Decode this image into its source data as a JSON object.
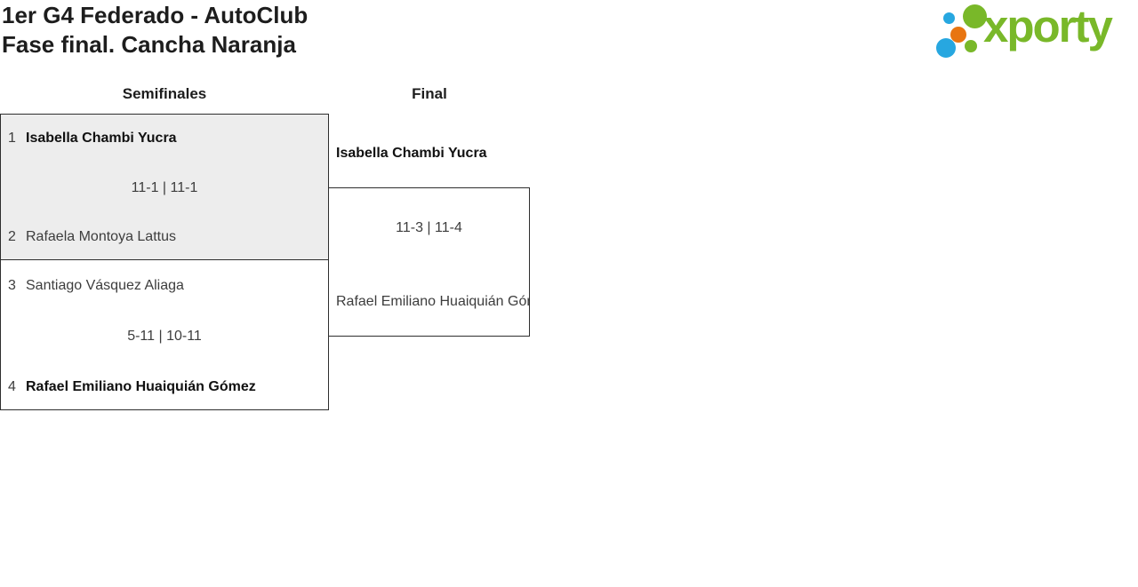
{
  "header": {
    "title_line1": "1er G4 Federado - AutoClub",
    "title_line2": "Fase final. Cancha Naranja"
  },
  "logo": {
    "wordmark": "xporty"
  },
  "colors": {
    "green": "#79b829",
    "blue": "#27a7e0",
    "orange": "#e87511",
    "border": "#2e2e2e",
    "box-gray": "#ededed"
  },
  "bracket": {
    "semifinals_label": "Semifinales",
    "final_label": "Final",
    "semifinal_matches": [
      {
        "player1_seed": "1",
        "player1": "Isabella Chambi Yucra",
        "score": "11-1 | 11-1",
        "player2_seed": "2",
        "player2": "Rafaela Montoya Lattus"
      },
      {
        "player1_seed": "3",
        "player1": "Santiago Vásquez Aliaga",
        "score": "5-11 | 10-11",
        "player2_seed": "4",
        "player2": "Rafael Emiliano Huaiquián Gómez"
      }
    ],
    "final_match": {
      "player1": "Isabella Chambi Yucra",
      "score": "11-3 | 11-4",
      "player2": "Rafael Emiliano Huaiquián Gómez"
    }
  }
}
